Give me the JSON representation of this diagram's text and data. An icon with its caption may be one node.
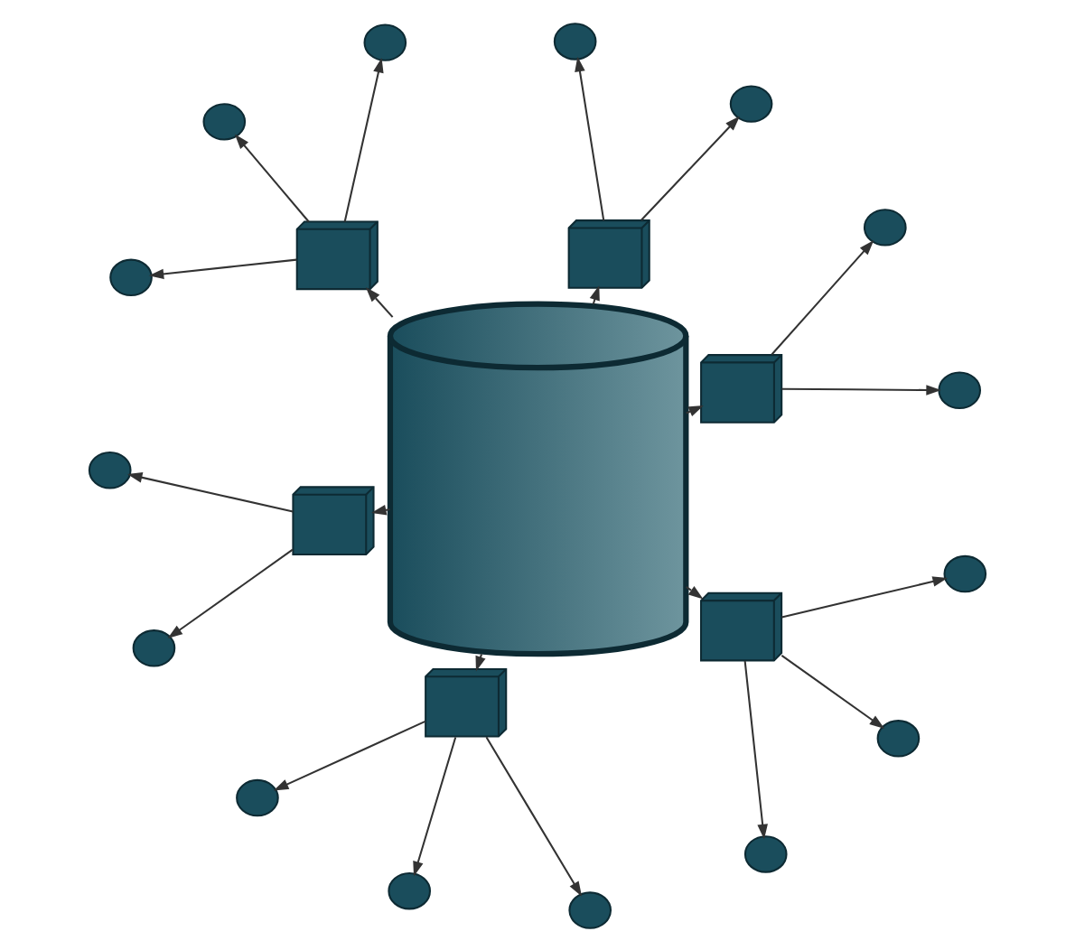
{
  "diagram": {
    "nodes": [
      {
        "text": [],
        "shape": "cylinder"
      },
      {
        "text": [],
        "shape": "box"
      },
      {
        "text": [],
        "shape": "circle"
      },
      {
        "text": [],
        "shape": "circle"
      },
      {
        "text": [],
        "shape": "box"
      },
      {
        "text": [],
        "shape": "circle"
      },
      {
        "text": [],
        "shape": "circle"
      },
      {
        "text": [],
        "shape": "box"
      },
      {
        "text": [],
        "shape": "circle"
      },
      {
        "text": [],
        "shape": "circle"
      },
      {
        "text": [],
        "shape": "circle"
      },
      {
        "text": [],
        "shape": "box"
      },
      {
        "text": [],
        "shape": "circle"
      },
      {
        "text": [],
        "shape": "circle"
      },
      {
        "text": [],
        "shape": "box"
      },
      {
        "text": [],
        "shape": "circle"
      },
      {
        "text": [],
        "shape": "circle"
      },
      {
        "text": [],
        "shape": "circle"
      },
      {
        "text": [],
        "shape": "box"
      },
      {
        "text": [],
        "shape": "circle"
      },
      {
        "text": [],
        "shape": "circle"
      },
      {
        "text": [],
        "shape": "circle"
      }
    ],
    "edges": [
      {
        "from": 0,
        "to": 1,
        "arrow": "to"
      },
      {
        "from": 1,
        "to": 2,
        "arrow": "to"
      },
      {
        "from": 1,
        "to": 3,
        "arrow": "to"
      },
      {
        "from": 0,
        "to": 4,
        "arrow": "to"
      },
      {
        "from": 4,
        "to": 5,
        "arrow": "to"
      },
      {
        "from": 4,
        "to": 6,
        "arrow": "to"
      },
      {
        "from": 0,
        "to": 7,
        "arrow": "to"
      },
      {
        "from": 7,
        "to": 8,
        "arrow": "to"
      },
      {
        "from": 7,
        "to": 9,
        "arrow": "to"
      },
      {
        "from": 7,
        "to": 10,
        "arrow": "to"
      },
      {
        "from": 0,
        "to": 11,
        "arrow": "to"
      },
      {
        "from": 11,
        "to": 12,
        "arrow": "to"
      },
      {
        "from": 11,
        "to": 13,
        "arrow": "to"
      },
      {
        "from": 0,
        "to": 14,
        "arrow": "to"
      },
      {
        "from": 14,
        "to": 15,
        "arrow": "to"
      },
      {
        "from": 14,
        "to": 16,
        "arrow": "to"
      },
      {
        "from": 14,
        "to": 17,
        "arrow": "to"
      },
      {
        "from": 0,
        "to": 18,
        "arrow": "to"
      },
      {
        "from": 18,
        "to": 19,
        "arrow": "to"
      },
      {
        "from": 18,
        "to": 20,
        "arrow": "to"
      },
      {
        "from": 18,
        "to": 21,
        "arrow": "to"
      }
    ]
  }
}
